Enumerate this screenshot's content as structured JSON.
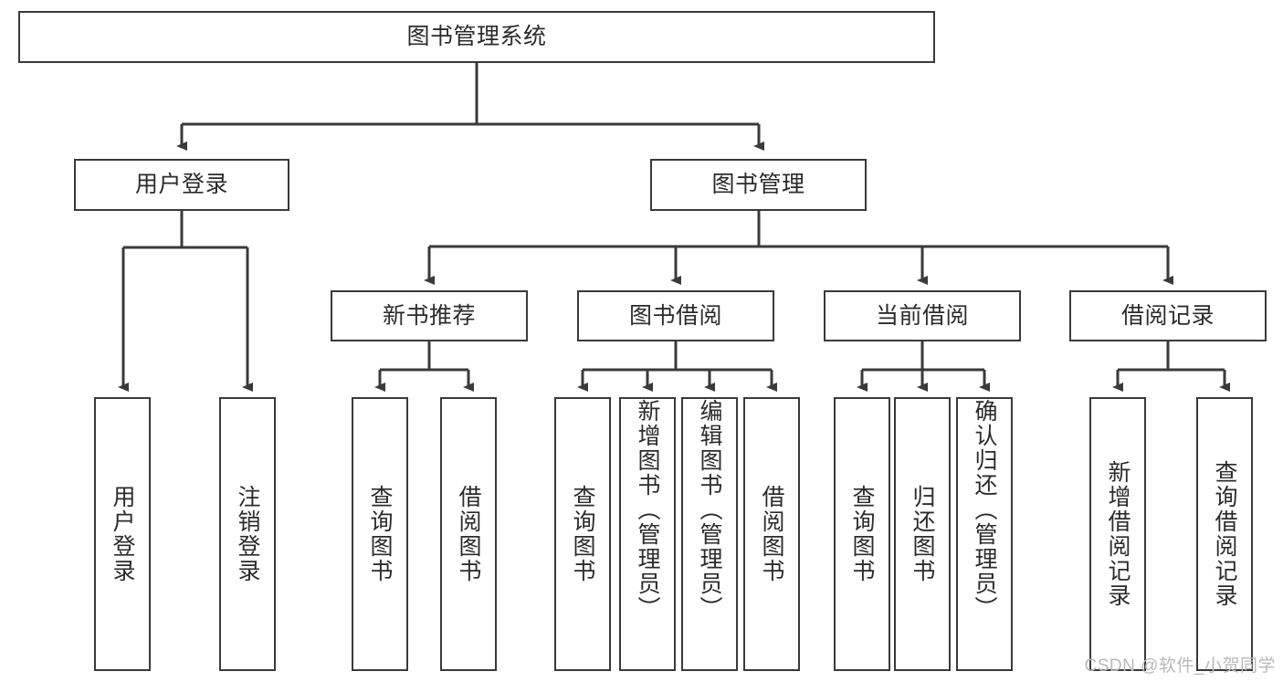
{
  "diagram": {
    "title": "图书管理系统",
    "watermark": "CSDN @软件_小贺同学",
    "line_color": "#3a3a3a",
    "box_fill": "#ffffff",
    "text_color": "#2b2b2b",
    "root": {
      "label": "图书管理系统"
    },
    "level2": [
      {
        "label": "用户登录"
      },
      {
        "label": "图书管理"
      }
    ],
    "level3": [
      {
        "label": "新书推荐"
      },
      {
        "label": "图书借阅"
      },
      {
        "label": "当前借阅"
      },
      {
        "label": "借阅记录"
      }
    ],
    "leaves": {
      "user_login": [
        {
          "label": "用户登录"
        },
        {
          "label": "注销登录"
        }
      ],
      "new_book_recommend": [
        {
          "label": "查询图书"
        },
        {
          "label": "借阅图书"
        }
      ],
      "book_borrow": [
        {
          "label": "查询图书"
        },
        {
          "label": "新增图书（管理员）"
        },
        {
          "label": "编辑图书（管理员）"
        },
        {
          "label": "借阅图书"
        }
      ],
      "current_borrow": [
        {
          "label": "查询图书"
        },
        {
          "label": "归还图书"
        },
        {
          "label": "确认归还（管理员）"
        }
      ],
      "borrow_record": [
        {
          "label": "新增借阅记录"
        },
        {
          "label": "查询借阅记录"
        }
      ]
    }
  }
}
